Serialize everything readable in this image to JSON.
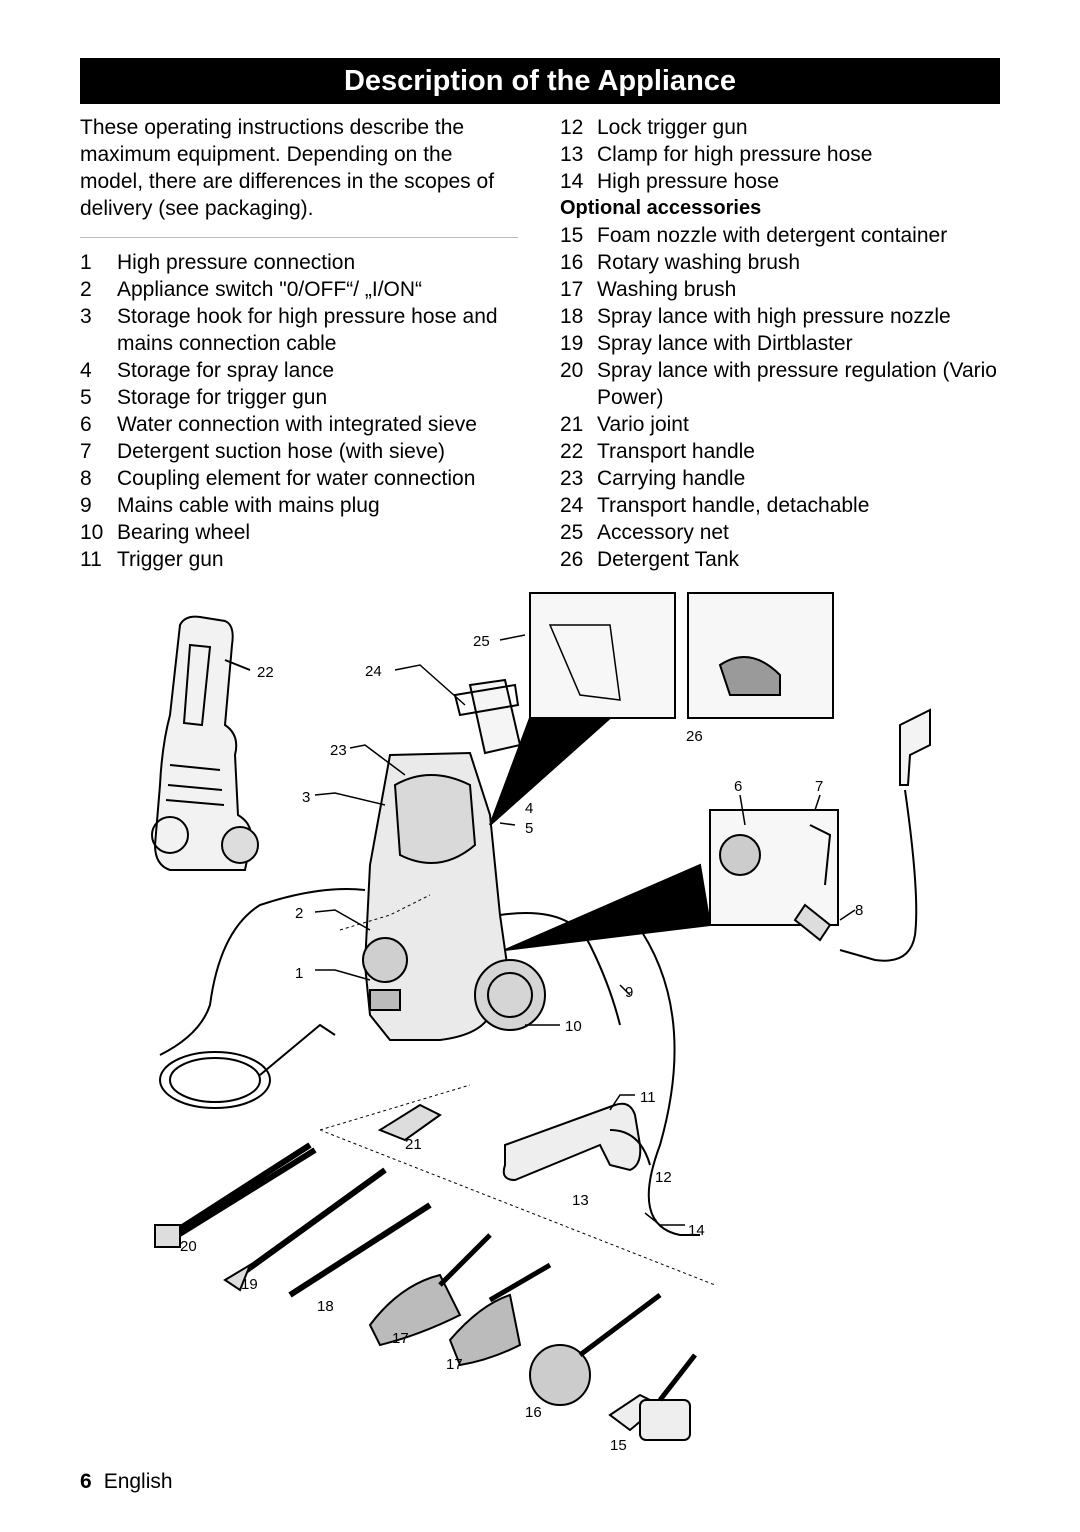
{
  "title": "Description of the Appliance",
  "intro": "These operating instructions describe the maximum equipment. Depending on the model, there are differences in the scopes of delivery (see packaging).",
  "left_items": [
    {
      "n": "1",
      "t": "High pressure connection"
    },
    {
      "n": "2",
      "t": "Appliance switch \"0/OFF“/ „I/ON“"
    },
    {
      "n": "3",
      "t": "Storage hook for high pressure hose and mains connection cable"
    },
    {
      "n": "4",
      "t": "Storage for spray lance"
    },
    {
      "n": "5",
      "t": "Storage for trigger gun"
    },
    {
      "n": "6",
      "t": "Water connection with integrated sieve"
    },
    {
      "n": "7",
      "t": "Detergent suction hose (with sieve)"
    },
    {
      "n": "8",
      "t": "Coupling element for water connection"
    },
    {
      "n": "9",
      "t": "Mains cable with mains plug"
    },
    {
      "n": "10",
      "t": "Bearing wheel"
    },
    {
      "n": "11",
      "t": "Trigger gun"
    }
  ],
  "right_items": [
    {
      "n": "12",
      "t": "Lock trigger gun"
    },
    {
      "n": "13",
      "t": "Clamp for high pressure hose"
    },
    {
      "n": "14",
      "t": "High pressure hose"
    }
  ],
  "optional_heading": "Optional accessories",
  "optional_items": [
    {
      "n": "15",
      "t": "Foam nozzle with detergent container"
    },
    {
      "n": "16",
      "t": "Rotary washing brush"
    },
    {
      "n": "17",
      "t": "Washing brush"
    },
    {
      "n": "18",
      "t": "Spray lance with high pressure nozzle"
    },
    {
      "n": "19",
      "t": "Spray lance with Dirtblaster"
    },
    {
      "n": "20",
      "t": "Spray lance with pressure regulation (Vario Power)"
    },
    {
      "n": "21",
      "t": "Vario joint"
    },
    {
      "n": "22",
      "t": "Transport handle"
    },
    {
      "n": "23",
      "t": "Carrying handle"
    },
    {
      "n": "24",
      "t": "Transport handle, detachable"
    },
    {
      "n": "25",
      "t": "Accessory net"
    },
    {
      "n": "26",
      "t": "Detergent Tank"
    }
  ],
  "callouts": {
    "c1": "1",
    "c2": "2",
    "c3": "3",
    "c4": "4",
    "c5": "5",
    "c6": "6",
    "c7": "7",
    "c8": "8",
    "c9": "9",
    "c10": "10",
    "c11": "11",
    "c12": "12",
    "c13": "13",
    "c14": "14",
    "c15": "15",
    "c16": "16",
    "c17a": "17",
    "c17b": "17",
    "c18": "18",
    "c19": "19",
    "c20": "20",
    "c21": "21",
    "c22": "22",
    "c23": "23",
    "c24": "24",
    "c25": "25",
    "c26": "26"
  },
  "footer": {
    "page": "6",
    "language": "English"
  }
}
